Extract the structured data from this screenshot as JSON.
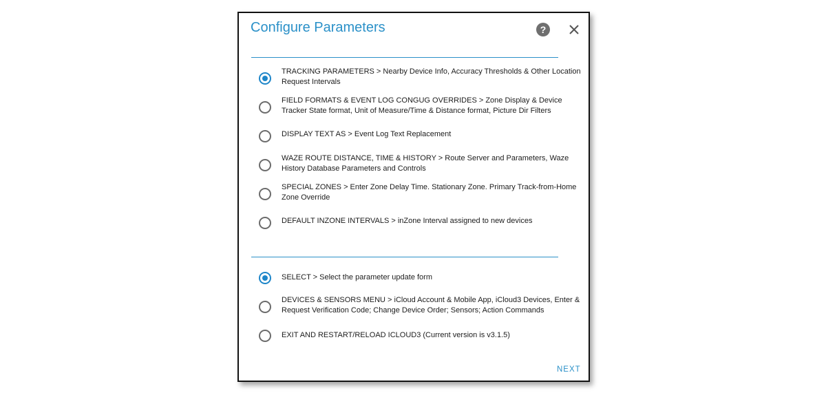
{
  "dialog": {
    "title": "Configure Parameters",
    "help_icon": "help-icon",
    "close_icon": "close-icon",
    "help_glyph": "?"
  },
  "section1": {
    "options": [
      {
        "label": "TRACKING PARAMETERS > Nearby Device Info, Accuracy Thresholds & Other Location Request Intervals",
        "checked": true
      },
      {
        "label": "FIELD FORMATS & EVENT LOG CONGUG OVERRIDES > Zone Display & Device Tracker State format, Unit of Measure/Time & Distance format, Picture Dir Filters",
        "checked": false
      },
      {
        "label": "DISPLAY TEXT AS > Event Log Text Replacement",
        "checked": false
      },
      {
        "label": "WAZE ROUTE DISTANCE, TIME & HISTORY > Route Server and Parameters, Waze History Database Parameters and Controls",
        "checked": false
      },
      {
        "label": "SPECIAL ZONES > Enter Zone Delay Time. Stationary Zone. Primary Track-from-Home Zone Override",
        "checked": false
      },
      {
        "label": "DEFAULT INZONE INTERVALS > inZone Interval assigned to new devices",
        "checked": false
      }
    ]
  },
  "section2": {
    "options": [
      {
        "label": "SELECT > Select the parameter update form",
        "checked": true
      },
      {
        "label": "DEVICES & SENSORS MENU > iCloud Account & Mobile App, iCloud3 Devices, Enter & Request Verification Code; Change Device Order; Sensors; Action Commands",
        "checked": false
      },
      {
        "label": "EXIT AND RESTART/RELOAD ICLOUD3 (Current version is v3.1.5)",
        "checked": false
      }
    ]
  },
  "footer": {
    "next_label": "NEXT"
  },
  "colors": {
    "accent": "#2a90c8",
    "radio_checked": "#1e86c9",
    "radio_unchecked": "#6b6b6b",
    "text": "#1c1c1c"
  }
}
